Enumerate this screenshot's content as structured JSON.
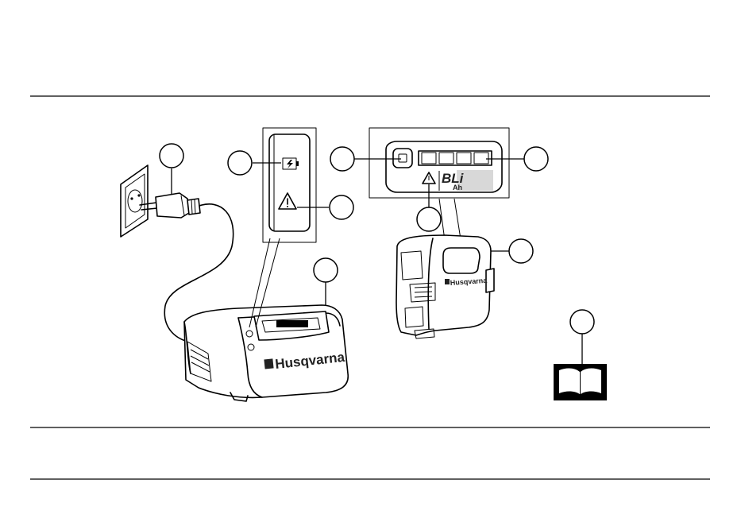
{
  "brand": {
    "charger_logo": "Husqvarna",
    "battery_logo": "Husqvarna",
    "battery_model": "BLi",
    "battery_sub": "Ah"
  },
  "icons": [
    "wall-socket-icon",
    "power-plug-icon",
    "charging-indicator-icon",
    "warning-triangle-icon",
    "battery-button-icon",
    "battery-led-bar-icon",
    "manual-book-icon"
  ],
  "callouts": 9,
  "colors": {
    "ink": "#000000",
    "paper": "#ffffff",
    "fill_grey": "#d8d8d8"
  }
}
